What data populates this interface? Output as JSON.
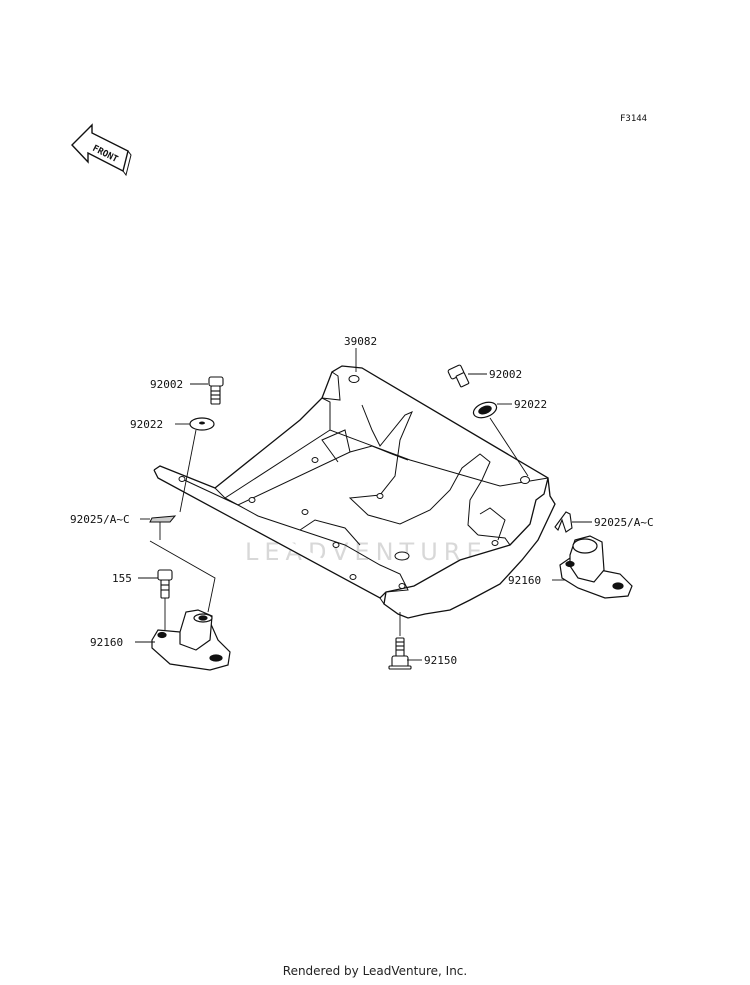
{
  "diagram": {
    "figure_code": "F3144",
    "front_label": "FRONT",
    "watermark": "LEADVENTURE",
    "footer": "Rendered by LeadVenture, Inc.",
    "parts": {
      "frame": "39082",
      "bolt_left": "92002",
      "bolt_right": "92002",
      "washer_left": "92022",
      "washer_right": "92022",
      "clip_left": "92025/A~C",
      "clip_right": "92025/A~C",
      "bolt_155": "155",
      "mount_left": "92160",
      "mount_right": "92160",
      "bolt_bottom": "92150"
    }
  }
}
